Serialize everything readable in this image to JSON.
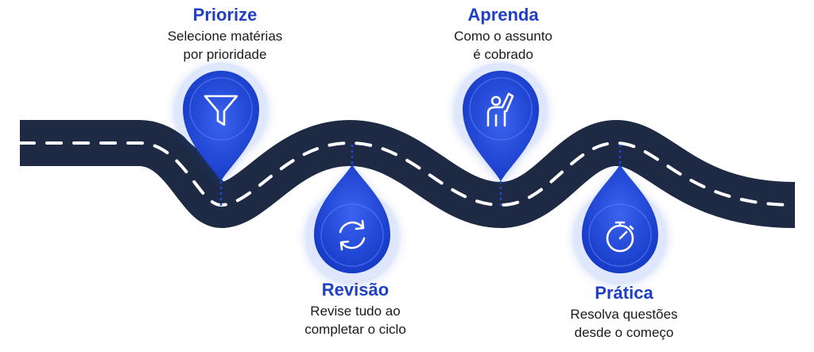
{
  "steps": [
    {
      "id": "priorize",
      "title": "Priorize",
      "line1": "Selecione matérias",
      "line2": "por prioridade",
      "icon": "funnel-icon"
    },
    {
      "id": "aprenda",
      "title": "Aprenda",
      "line1": "Como o assunto",
      "line2": "é cobrado",
      "icon": "raised-hand-person-icon"
    },
    {
      "id": "revisao",
      "title": "Revisão",
      "line1": "Revise tudo ao",
      "line2": "completar o ciclo",
      "icon": "cycle-arrows-icon"
    },
    {
      "id": "pratica",
      "title": "Prática",
      "line1": "Resolva questões",
      "line2": "desde o começo",
      "icon": "stopwatch-icon"
    }
  ],
  "colors": {
    "road": "#1e2a44",
    "road_marking": "#ffffff",
    "pin_blue": "#1f49d6",
    "pin_glow": "#dfe7ff",
    "title_blue": "#1f3fc4",
    "text": "#1b1b1b"
  }
}
